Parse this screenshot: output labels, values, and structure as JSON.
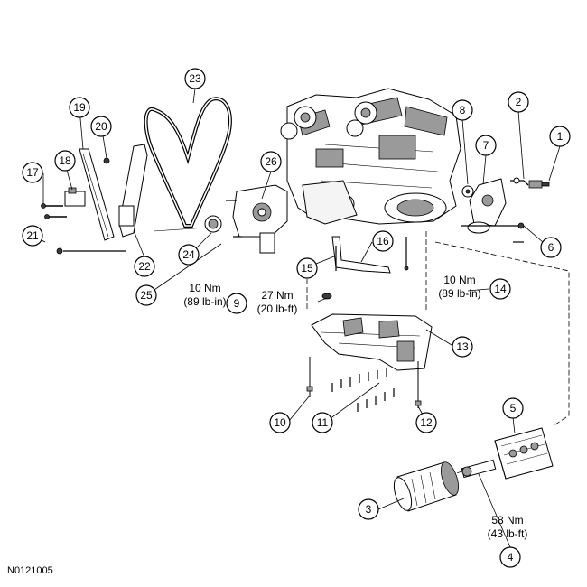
{
  "figure_id": "N0121005",
  "callouts": [
    "1",
    "2",
    "3",
    "4",
    "5",
    "6",
    "7",
    "8",
    "9",
    "10",
    "11",
    "12",
    "13",
    "14",
    "15",
    "16",
    "17",
    "18",
    "19",
    "20",
    "21",
    "22",
    "23",
    "24",
    "25",
    "26"
  ],
  "callout_10b": "10",
  "torques": {
    "t25": {
      "nm": "10 Nm",
      "lb": "(89 lb-in)"
    },
    "t9": {
      "nm": "27 Nm",
      "lb": "(20 lb-ft)"
    },
    "t14": {
      "nm": "10 Nm",
      "lb": "(89 lb-in)"
    },
    "t4": {
      "nm": "58 Nm",
      "lb": "(43 lb-ft)"
    }
  }
}
